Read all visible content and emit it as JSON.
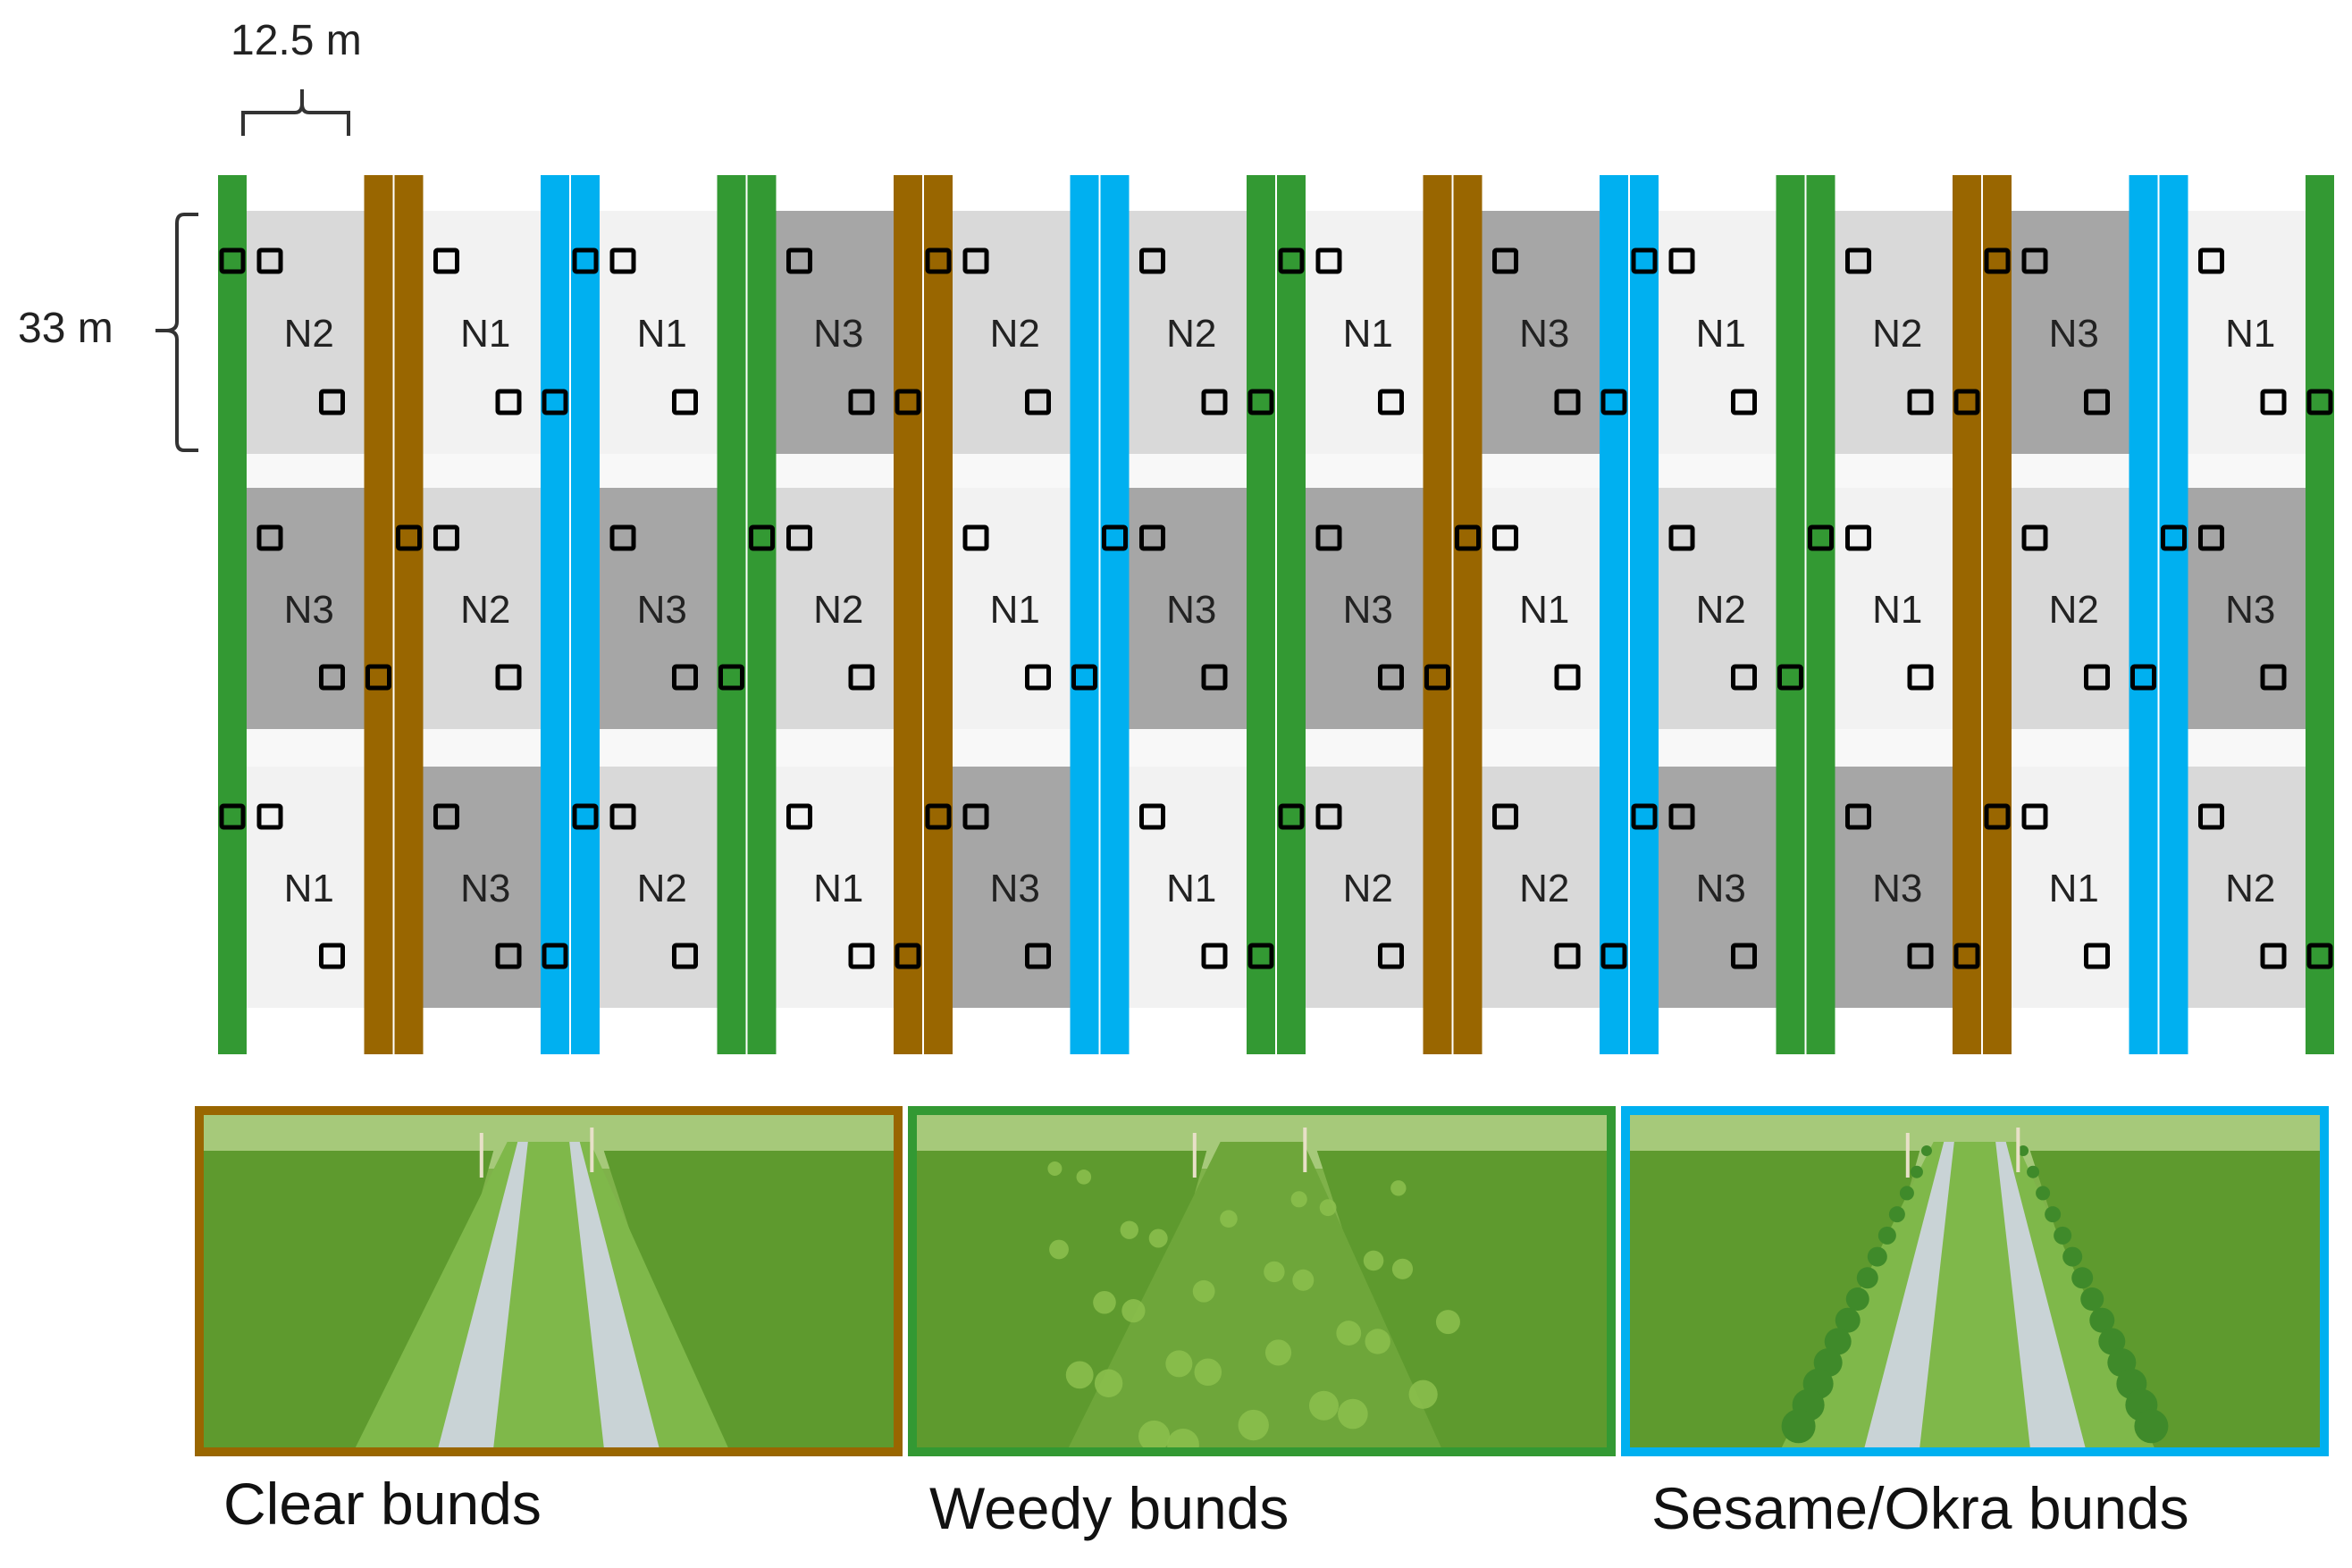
{
  "scale": {
    "width_label": "12.5 m",
    "height_label": "33 m"
  },
  "colors": {
    "clear": "#996600",
    "weedy": "#339933",
    "sesame_okra": "#00b0f0",
    "N1": "#f2f2f2",
    "N2": "#d9d9d9",
    "N3": "#a6a6a6"
  },
  "field": {
    "column_bunds": [
      [
        "weedy",
        "clear"
      ],
      [
        "clear",
        "sesame_okra"
      ],
      [
        "sesame_okra",
        "weedy"
      ],
      [
        "weedy",
        "clear"
      ],
      [
        "clear",
        "sesame_okra"
      ],
      [
        "sesame_okra",
        "weedy"
      ],
      [
        "weedy",
        "clear"
      ],
      [
        "clear",
        "sesame_okra"
      ],
      [
        "sesame_okra",
        "weedy"
      ],
      [
        "weedy",
        "clear"
      ],
      [
        "clear",
        "sesame_okra"
      ],
      [
        "sesame_okra",
        "weedy"
      ]
    ],
    "plots": [
      [
        "N2",
        "N1",
        "N1",
        "N3",
        "N2",
        "N2",
        "N1",
        "N3",
        "N1",
        "N2",
        "N3",
        "N1"
      ],
      [
        "N3",
        "N2",
        "N3",
        "N2",
        "N1",
        "N3",
        "N3",
        "N1",
        "N2",
        "N1",
        "N2",
        "N3"
      ],
      [
        "N1",
        "N3",
        "N2",
        "N1",
        "N3",
        "N1",
        "N2",
        "N2",
        "N3",
        "N3",
        "N1",
        "N2"
      ]
    ]
  },
  "photos": [
    {
      "caption": "Clear bunds",
      "type": "clear"
    },
    {
      "caption": "Weedy bunds",
      "type": "weedy"
    },
    {
      "caption": "Sesame/Okra bunds",
      "type": "sesame_okra"
    }
  ]
}
